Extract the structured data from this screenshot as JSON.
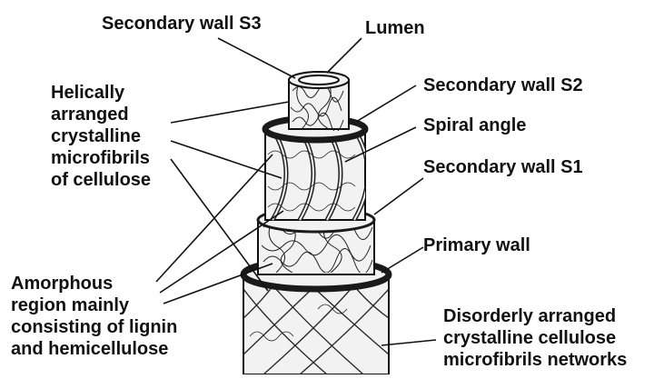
{
  "labels": {
    "s3": "Secondary wall S3",
    "lumen": "Lumen",
    "s2": "Secondary wall S2",
    "spiral": "Spiral angle",
    "s1": "Secondary wall S1",
    "primary": "Primary wall",
    "helical": [
      "Helically",
      "arranged",
      "crystalline",
      "microfibrils",
      "of cellulose"
    ],
    "amorphous": [
      "Amorphous",
      "region mainly",
      "consisting of lignin",
      "and hemicellulose"
    ],
    "disorderly": [
      "Disorderly arranged",
      "crystalline cellulose",
      "microfibrils networks"
    ]
  },
  "colors": {
    "ink": "#111111",
    "band": "#1a1a1a",
    "fill": "#f2f2f2",
    "background": "#ffffff"
  }
}
